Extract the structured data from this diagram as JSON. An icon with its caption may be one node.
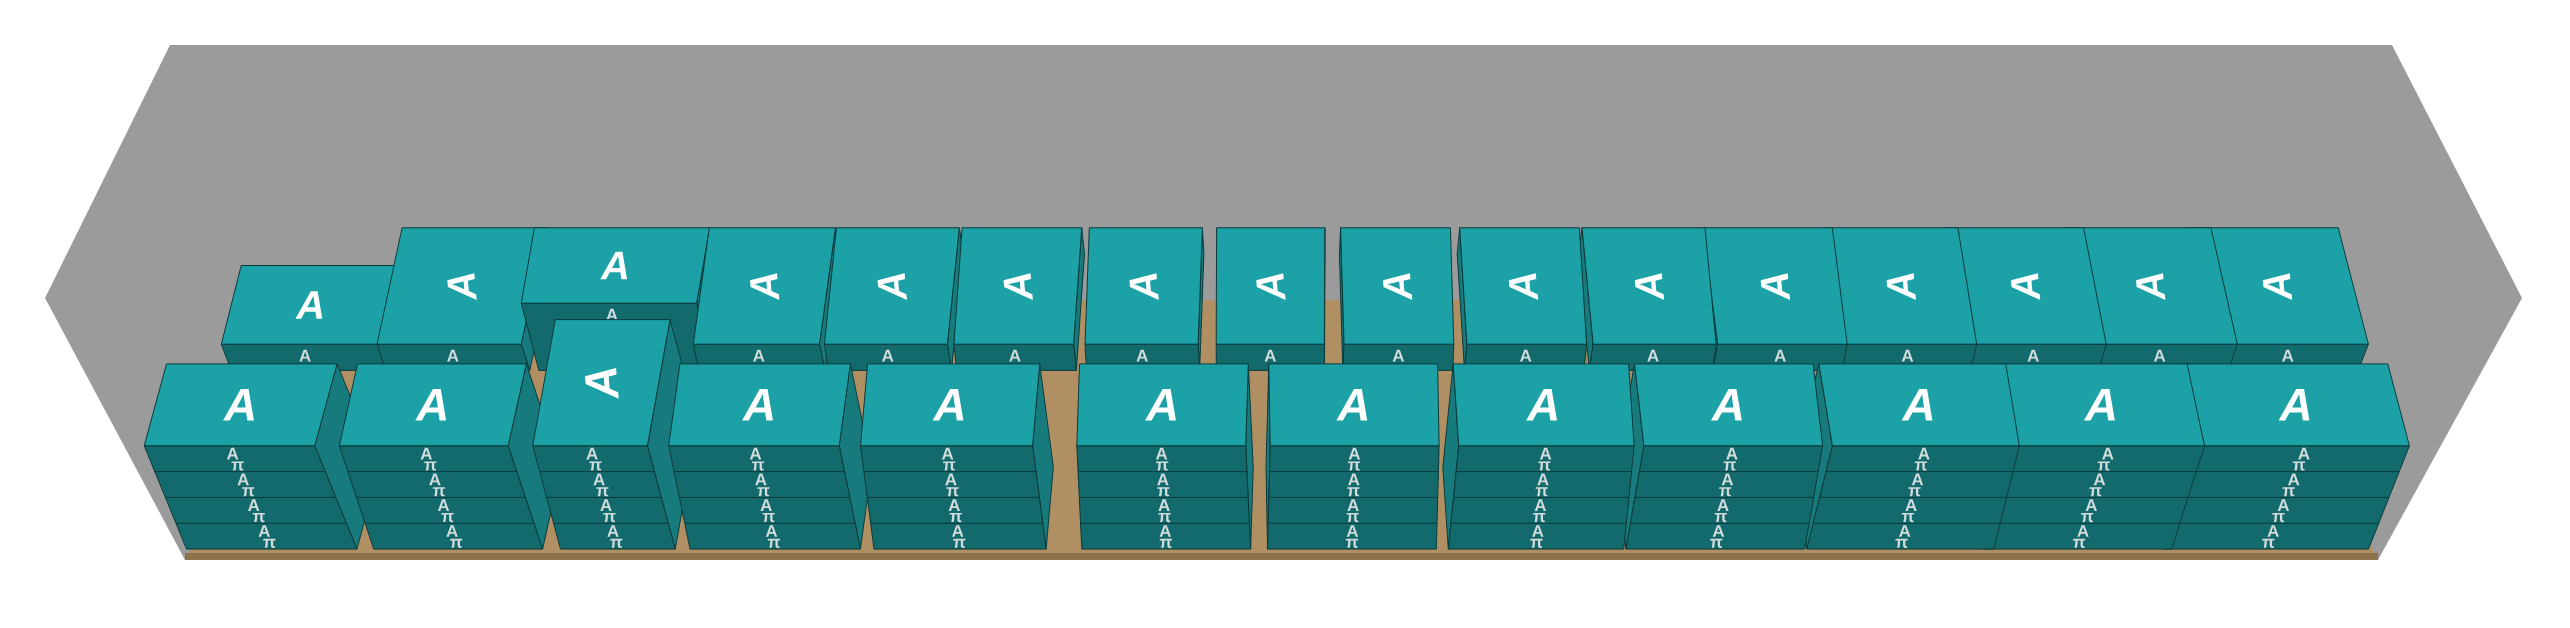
{
  "diagram": {
    "nodes": [
      {
        "text": [
          "A",
          "A"
        ]
      },
      {
        "text": [
          "A",
          "A"
        ]
      },
      {
        "text": [
          "A",
          "A"
        ]
      },
      {
        "text": [
          "A",
          "A"
        ]
      },
      {
        "text": [
          "A",
          "A"
        ]
      },
      {
        "text": [
          "A",
          "A"
        ]
      },
      {
        "text": [
          "A",
          "A"
        ]
      },
      {
        "text": [
          "A",
          "A"
        ]
      },
      {
        "text": [
          "A",
          "A"
        ]
      },
      {
        "text": [
          "A",
          "A"
        ]
      },
      {
        "text": [
          "A",
          "A"
        ]
      },
      {
        "text": [
          "A",
          "A"
        ]
      },
      {
        "text": [
          "A",
          "A"
        ]
      },
      {
        "text": [
          "A",
          "A"
        ]
      },
      {
        "text": [
          "A",
          "A"
        ]
      },
      {
        "text": [
          "A",
          "A"
        ]
      },
      {
        "text": [
          "A",
          "A",
          "π",
          "A",
          "π",
          "A",
          "π",
          "A",
          "π"
        ]
      },
      {
        "text": [
          "A",
          "A",
          "π",
          "A",
          "π",
          "A",
          "π",
          "A",
          "π"
        ]
      },
      {
        "text": [
          "A",
          "A",
          "π",
          "A",
          "π",
          "A",
          "π",
          "A",
          "π"
        ]
      },
      {
        "text": [
          "A",
          "A",
          "π",
          "A",
          "π",
          "A",
          "π",
          "A",
          "π"
        ]
      },
      {
        "text": [
          "A",
          "A",
          "π",
          "A",
          "π",
          "A",
          "π",
          "A",
          "π"
        ]
      },
      {
        "text": [
          "A",
          "A",
          "π",
          "A",
          "π",
          "A",
          "π",
          "A",
          "π"
        ]
      },
      {
        "text": [
          "A",
          "A",
          "π",
          "A",
          "π",
          "A",
          "π",
          "A",
          "π"
        ]
      },
      {
        "text": [
          "A",
          "A",
          "π",
          "A",
          "π",
          "A",
          "π",
          "A",
          "π"
        ]
      },
      {
        "text": [
          "A",
          "A",
          "π",
          "A",
          "π",
          "A",
          "π",
          "A",
          "π"
        ]
      },
      {
        "text": [
          "A",
          "A",
          "π",
          "A",
          "π",
          "A",
          "π",
          "A",
          "π"
        ]
      },
      {
        "text": [
          "A",
          "A",
          "π",
          "A",
          "π",
          "A",
          "π",
          "A",
          "π"
        ]
      },
      {
        "text": [
          "A",
          "A",
          "π",
          "A",
          "π",
          "A",
          "π",
          "A",
          "π"
        ]
      }
    ]
  }
}
